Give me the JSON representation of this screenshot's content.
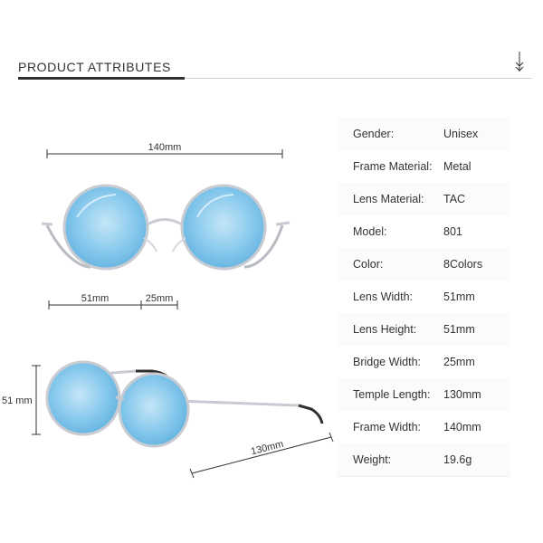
{
  "header": {
    "title": "PRODUCT ATTRIBUTES"
  },
  "dimensions": {
    "total_width": "140mm",
    "lens_width": "51mm",
    "bridge_width": "25mm",
    "lens_height": "51 mm",
    "temple_length": "130mm"
  },
  "attributes": [
    {
      "label": "Gender:",
      "value": "Unisex"
    },
    {
      "label": "Frame Material:",
      "value": "Metal"
    },
    {
      "label": "Lens Material:",
      "value": "TAC"
    },
    {
      "label": "Model:",
      "value": "801"
    },
    {
      "label": "Color:",
      "value": "8Colors"
    },
    {
      "label": "Lens Width:",
      "value": "51mm"
    },
    {
      "label": "Lens Height:",
      "value": "51mm"
    },
    {
      "label": "Bridge Width:",
      "value": "25mm"
    },
    {
      "label": "Temple Length:",
      "value": "130mm"
    },
    {
      "label": "Frame Width:",
      "value": "140mm"
    },
    {
      "label": "Weight:",
      "value": "19.6g"
    }
  ],
  "colors": {
    "lens": "#7ec4ea",
    "frame": "#c8ccd2",
    "accent": "#2f2f2f"
  },
  "icons": {
    "scroll": "double-chevron-down-icon"
  }
}
